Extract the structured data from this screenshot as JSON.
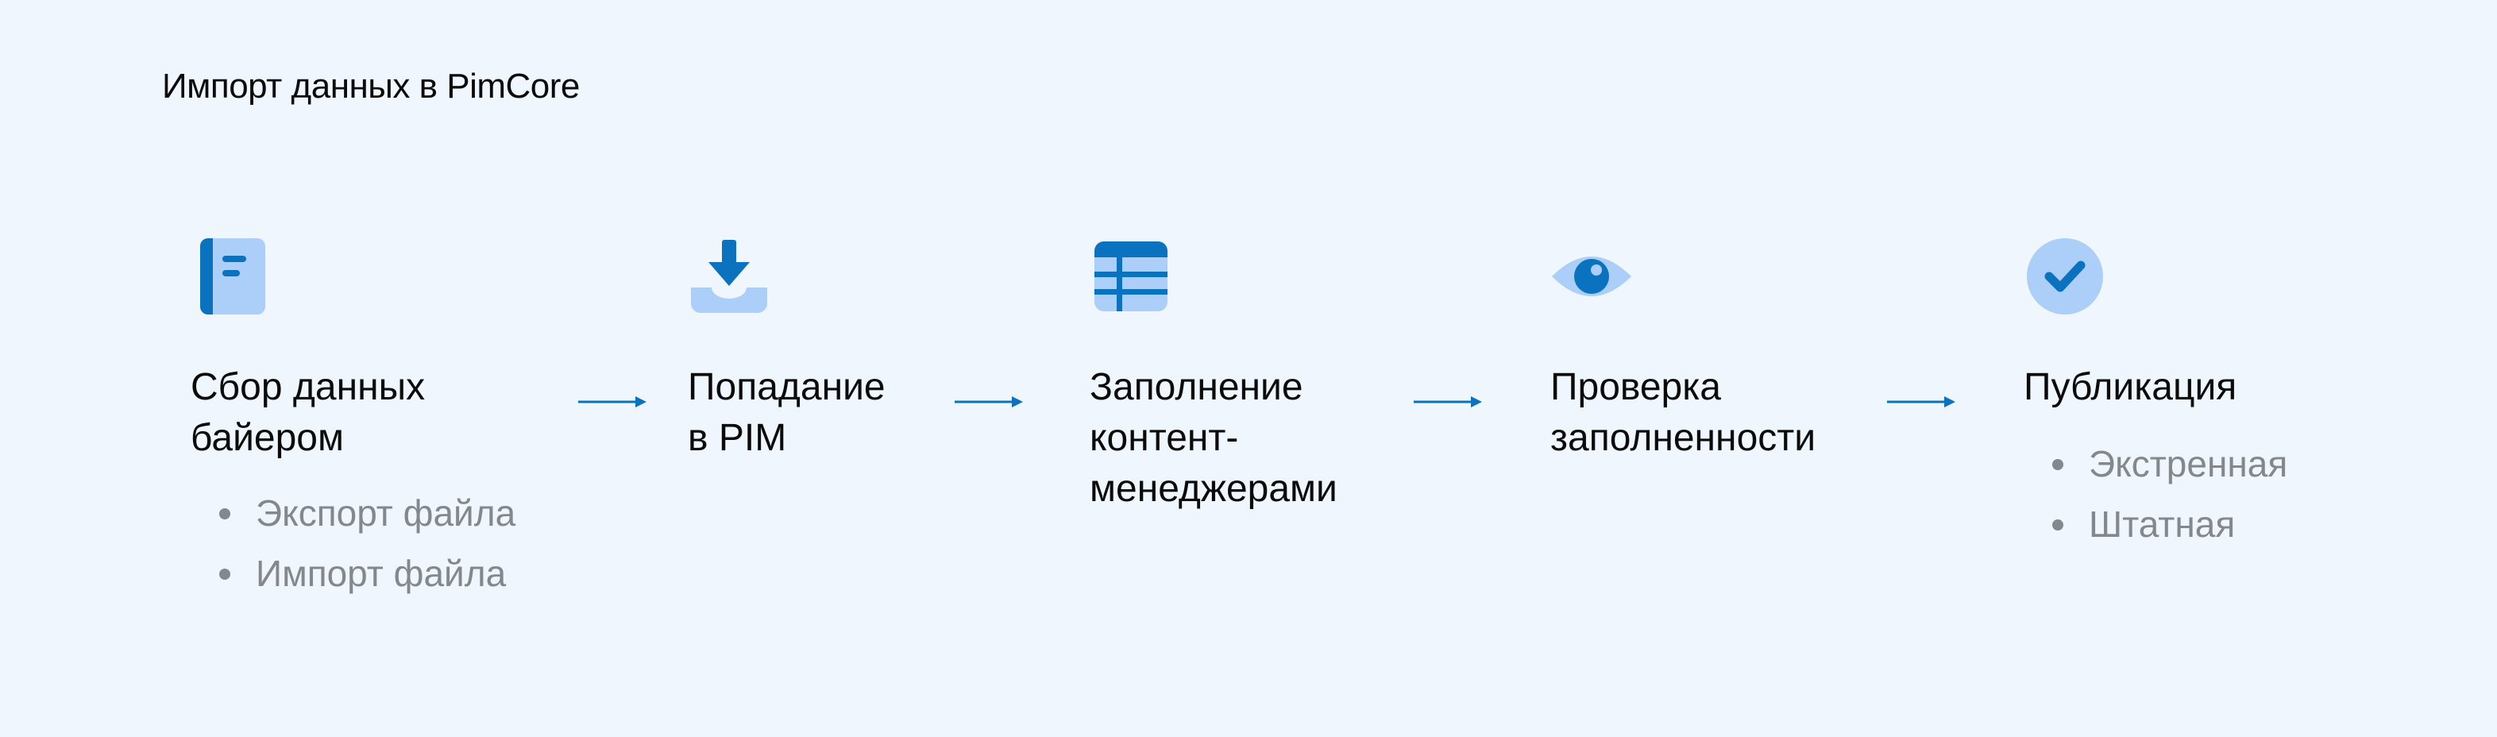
{
  "title": "Импорт данных в PimCore",
  "colors": {
    "background": "#eff6fe",
    "icon_dark": "#0a72bf",
    "icon_light": "#abcff8",
    "bullet_text": "#84878c"
  },
  "steps": [
    {
      "icon": "document-icon",
      "label_lines": [
        "Сбор данных",
        "байером"
      ],
      "bullets": [
        "Экспорт файла",
        "Импорт файла"
      ]
    },
    {
      "icon": "download-tray-icon",
      "label_lines": [
        "Попадание",
        "в PIM"
      ],
      "bullets": []
    },
    {
      "icon": "table-icon",
      "label_lines": [
        "Заполнение",
        "контент-",
        "менеджерами"
      ],
      "bullets": []
    },
    {
      "icon": "eye-icon",
      "label_lines": [
        "Проверка",
        "заполненности"
      ],
      "bullets": []
    },
    {
      "icon": "check-circle-icon",
      "label_lines": [
        "Публикация"
      ],
      "bullets": [
        "Экстренная",
        "Штатная"
      ]
    }
  ]
}
